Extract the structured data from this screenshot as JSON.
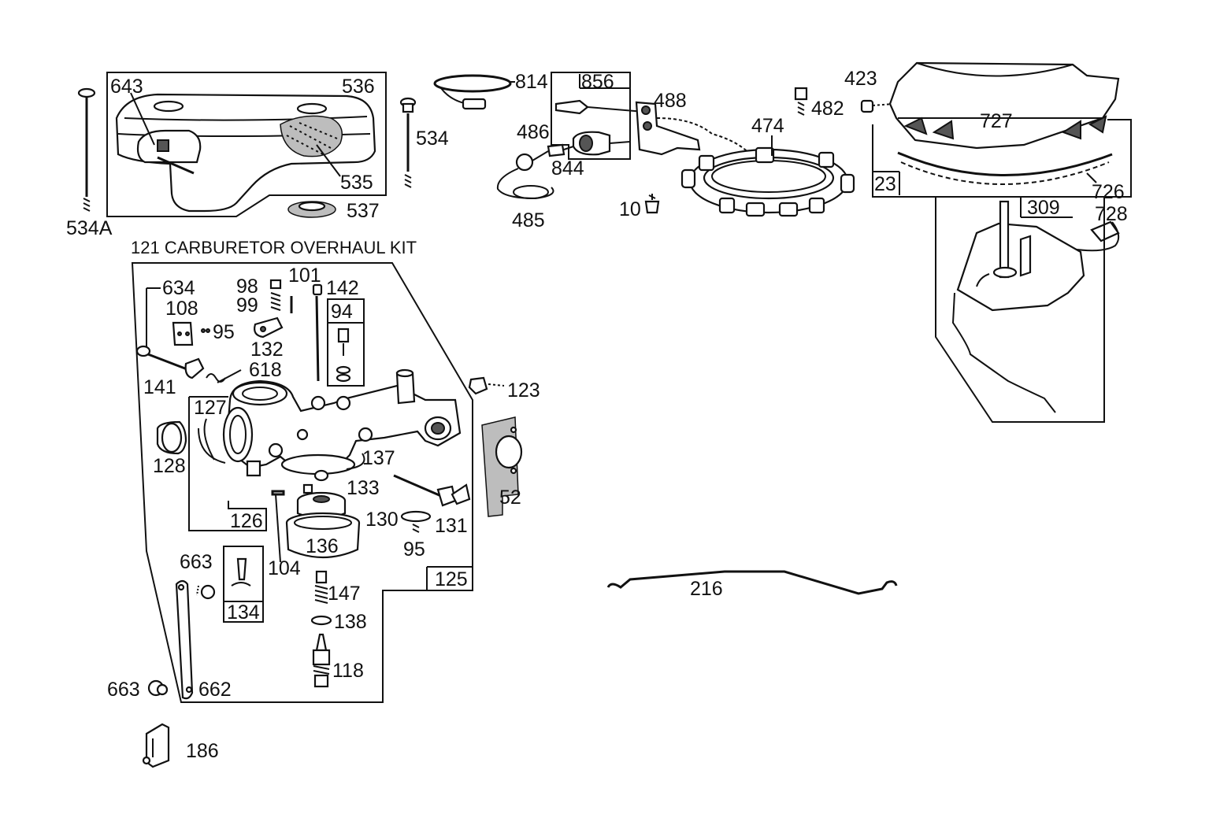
{
  "kit_title": "121 CARBURETOR OVERHAUL KIT",
  "callouts": {
    "p643": "643",
    "p536": "536",
    "p534a": "534A",
    "p534": "534",
    "p535": "535",
    "p537": "537",
    "p814": "814",
    "p856": "856",
    "p488": "488",
    "p486": "486",
    "p844": "844",
    "p485": "485",
    "p474": "474",
    "p482": "482",
    "p423": "423",
    "p727": "727",
    "p23": "23",
    "p726": "726",
    "p728": "728",
    "p309": "309",
    "p10": "10",
    "p634": "634",
    "p108": "108",
    "p95a": "95",
    "p98": "98",
    "p99": "99",
    "p101": "101",
    "p142": "142",
    "p94": "94",
    "p132": "132",
    "p618": "618",
    "p141": "141",
    "p123": "123",
    "p127": "127",
    "p128": "128",
    "p137": "137",
    "p133": "133",
    "p126": "126",
    "p136": "136",
    "p104": "104",
    "p130": "130",
    "p131": "131",
    "p95b": "95",
    "p52": "52",
    "p125": "125",
    "p663a": "663",
    "p134": "134",
    "p147": "147",
    "p138": "138",
    "p118": "118",
    "p663b": "663",
    "p662": "662",
    "p186": "186",
    "p216": "216"
  }
}
